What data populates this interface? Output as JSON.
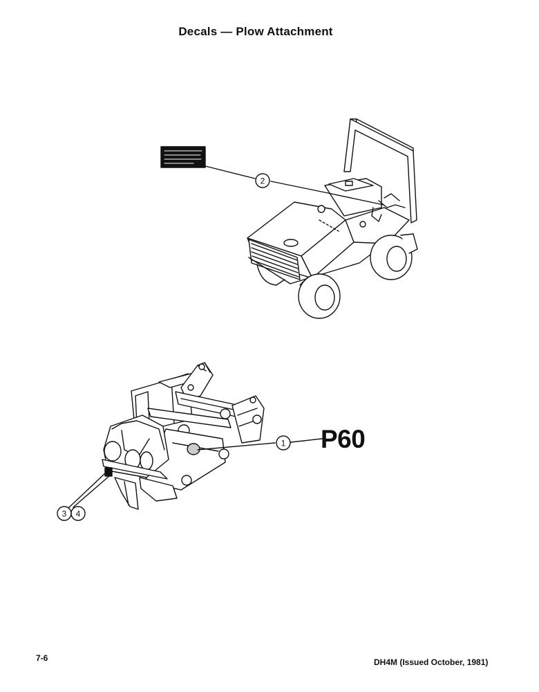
{
  "header": {
    "title": "Decals — Plow Attachment"
  },
  "callouts": {
    "c1": "1",
    "c2": "2",
    "c3": "3",
    "c4": "4"
  },
  "labels": {
    "part_code": "P60"
  },
  "footer": {
    "page_number": "7-6",
    "doc_info": "DH4M (Issued October, 1981)"
  }
}
